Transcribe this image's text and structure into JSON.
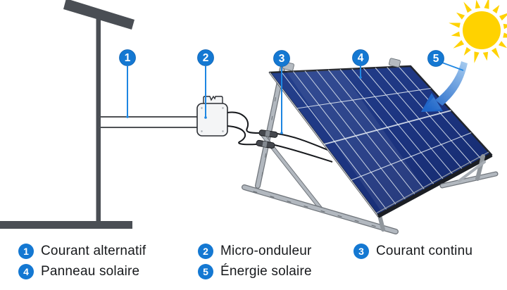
{
  "diagram": {
    "callouts": [
      {
        "num": "1"
      },
      {
        "num": "2"
      },
      {
        "num": "3"
      },
      {
        "num": "4"
      },
      {
        "num": "5"
      }
    ]
  },
  "legend": {
    "items": [
      {
        "num": "1",
        "label": "Courant alternatif"
      },
      {
        "num": "2",
        "label": "Micro-onduleur"
      },
      {
        "num": "3",
        "label": "Courant continu"
      },
      {
        "num": "4",
        "label": "Panneau solaire"
      },
      {
        "num": "5",
        "label": "Énergie solaire"
      }
    ]
  },
  "icons": {
    "sun": "sun-icon",
    "energy_flow": "curved-arrow-down-left-icon",
    "callout_badge": "numbered-circle-badge"
  },
  "colors": {
    "accent_blue": "#1478d2",
    "leader_blue": "#1d86e2",
    "sun_yellow": "#ffd200",
    "panel_navy": "#1d3478",
    "panel_grid": "#dce4ef",
    "structure_gray": "#4a4e54",
    "aluminum_gray": "#b2b8bf",
    "wire_black": "#17191d",
    "text_dark": "#17191c"
  }
}
